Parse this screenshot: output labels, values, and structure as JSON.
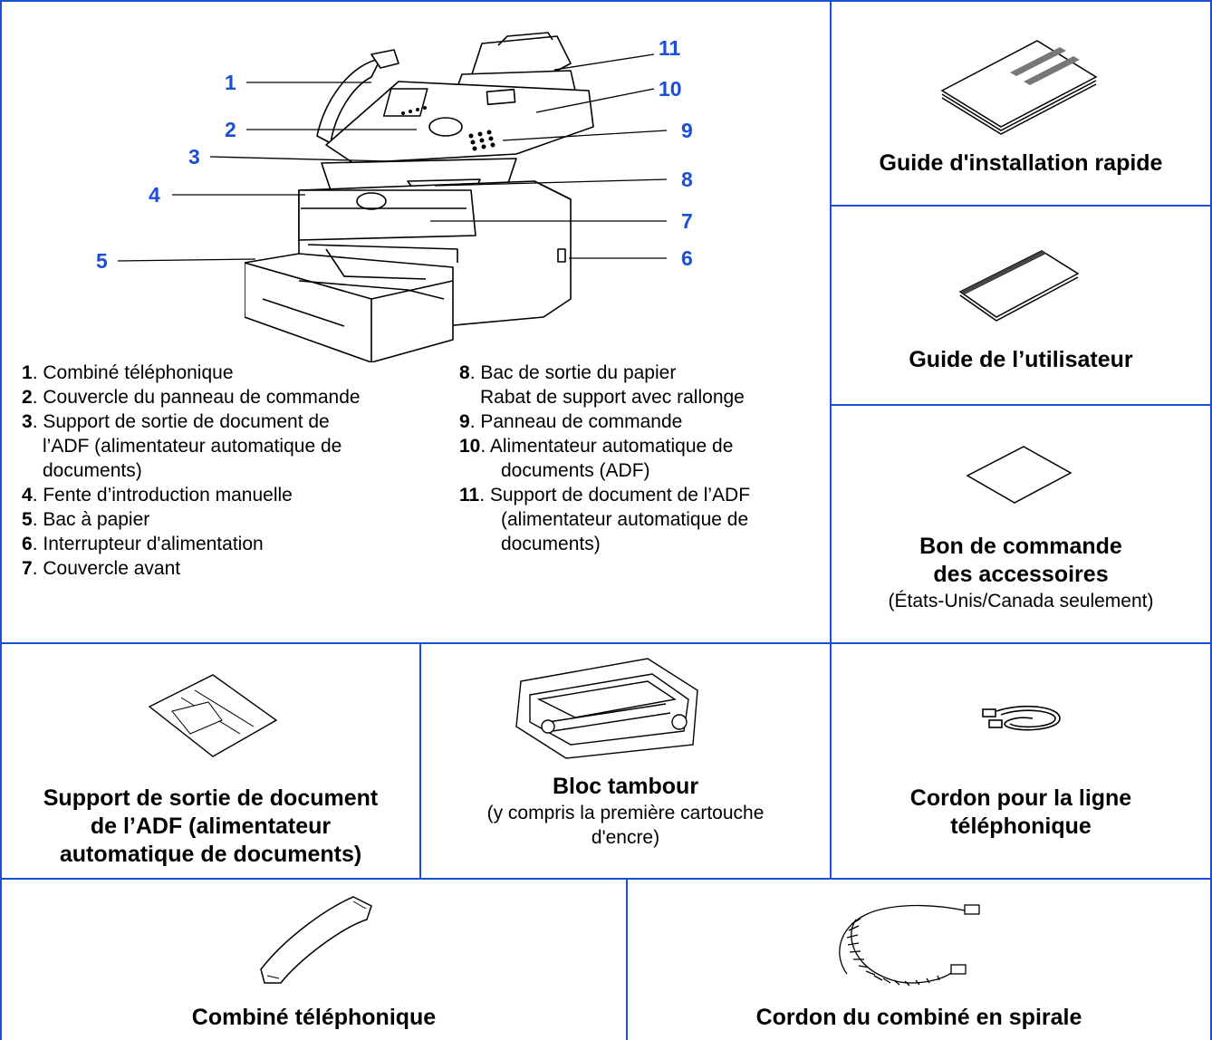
{
  "callouts": {
    "c1": "1",
    "c2": "2",
    "c3": "3",
    "c4": "4",
    "c5": "5",
    "c6": "6",
    "c7": "7",
    "c8": "8",
    "c9": "9",
    "c10": "10",
    "c11": "11"
  },
  "legend": {
    "items": [
      {
        "num": "1",
        "text": ". Combiné téléphonique"
      },
      {
        "num": "2",
        "text": ". Couvercle du panneau de commande"
      },
      {
        "num": "3",
        "text": ". Support de sortie de document de",
        "cont": [
          "l’ADF (alimentateur automatique de",
          "documents)"
        ]
      },
      {
        "num": "4",
        "text": ". Fente d’introduction manuelle"
      },
      {
        "num": "5",
        "text": ". Bac à papier"
      },
      {
        "num": "6",
        "text": ". Interrupteur d'alimentation"
      },
      {
        "num": "7",
        "text": ". Couvercle avant"
      },
      {
        "num": "8",
        "text": ". Bac de sortie du papier",
        "cont": [
          "Rabat de support avec rallonge"
        ]
      },
      {
        "num": "9",
        "text": ". Panneau de commande"
      },
      {
        "num": "10",
        "text": ". Alimentateur automatique de",
        "cont": [
          "documents (ADF)"
        ]
      },
      {
        "num": "11",
        "text": ". Support de document de l’ADF",
        "cont": [
          "(alimentateur automatique de",
          "documents)"
        ]
      }
    ]
  },
  "components": {
    "quick_setup": {
      "title": "Guide d'installation rapide"
    },
    "user_guide": {
      "title": "Guide de l’utilisateur"
    },
    "accessory_order": {
      "title_line1": "Bon de commande",
      "title_line2": "des accessoires",
      "note": "(États-Unis/Canada seulement)"
    },
    "adf_output_support": {
      "line1": "Support de sortie de document",
      "line2": "de l’ADF (alimentateur",
      "line3": "automatique de documents)"
    },
    "drum_unit": {
      "title": "Bloc tambour",
      "note_line1": "(y compris la première cartouche",
      "note_line2": "d'encre)"
    },
    "telephone_line_cord": {
      "line1": "Cordon pour la ligne",
      "line2": "téléphonique"
    },
    "handset": {
      "title": "Combiné téléphonique"
    },
    "curled_cord": {
      "title": "Cordon du combiné en spirale"
    }
  },
  "colors": {
    "border": "#1a4fd6",
    "callout": "#1a4fd6"
  }
}
